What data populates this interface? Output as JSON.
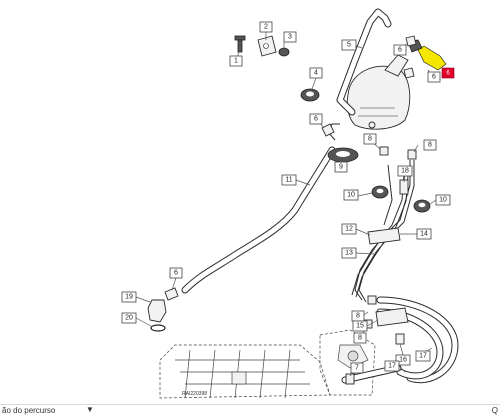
{
  "diagram": {
    "reference_code": "RAI220398",
    "callouts": [
      "1",
      "2",
      "3",
      "4",
      "5",
      "6",
      "6",
      "6",
      "6",
      "7",
      "8",
      "8",
      "8",
      "8",
      "8",
      "9",
      "10",
      "10",
      "11",
      "12",
      "13",
      "14",
      "15",
      "16",
      "17",
      "17",
      "18",
      "19",
      "20"
    ]
  },
  "bottom_bar": {
    "text": "ão do percurso",
    "chevron_icon": "chevron-down-icon",
    "right_text": "Q"
  },
  "colors": {
    "highlight": "#f5e600",
    "marker": "#e0002a"
  }
}
